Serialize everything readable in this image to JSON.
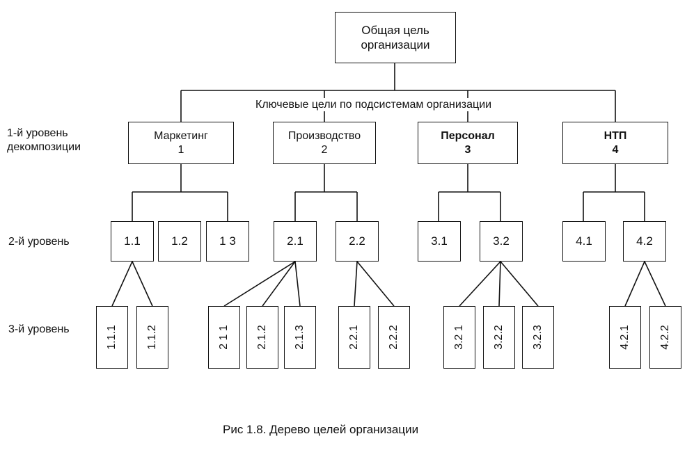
{
  "diagram": {
    "root": {
      "line1": "Общая цель",
      "line2": "организации"
    },
    "key_goals_label": "Ключевые цели по подсистемам организации",
    "level_labels": {
      "level1_line1": "1-й уровень",
      "level1_line2": "декомпозиции",
      "level2": "2-й уровень",
      "level3": "3-й уровень"
    },
    "level1": [
      {
        "name": "Маркетинг",
        "num": "1"
      },
      {
        "name": "Производство",
        "num": "2"
      },
      {
        "name": "Персонал",
        "num": "3"
      },
      {
        "name": "НТП",
        "num": "4"
      }
    ],
    "level2": [
      "1.1",
      "1.2",
      "1 3",
      "2.1",
      "2.2",
      "3.1",
      "3.2",
      "4.1",
      "4.2"
    ],
    "level3": [
      "1.1.1",
      "1.1.2",
      "2 1 1",
      "2.1.2",
      "2.1.3",
      "2.2.1",
      "2.2.2",
      "3.2 1",
      "3.2.2",
      "3.2.3",
      "4.2.1",
      "4.2.2"
    ],
    "caption": "Рис 1.8. Дерево целей организации"
  }
}
